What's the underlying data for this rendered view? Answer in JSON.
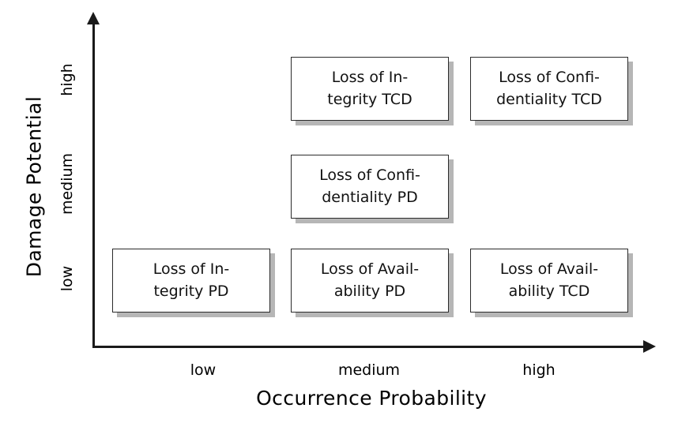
{
  "chart_data": {
    "type": "heatmap",
    "title": "",
    "xlabel": "Occurrence Probability",
    "ylabel": "Damage Potential",
    "x_categories": [
      "low",
      "medium",
      "high"
    ],
    "y_categories": [
      "low",
      "medium",
      "high"
    ],
    "grid": false,
    "legend": "none",
    "cells": [
      {
        "x": "medium",
        "y": "high",
        "line1": "Loss of In-",
        "line2": "tegrity TCD"
      },
      {
        "x": "high",
        "y": "high",
        "line1": "Loss of Confi-",
        "line2": "dentiality TCD"
      },
      {
        "x": "medium",
        "y": "medium",
        "line1": "Loss of Confi-",
        "line2": "dentiality PD"
      },
      {
        "x": "low",
        "y": "low",
        "line1": "Loss of In-",
        "line2": "tegrity PD"
      },
      {
        "x": "medium",
        "y": "low",
        "line1": "Loss of Avail-",
        "line2": "ability PD"
      },
      {
        "x": "high",
        "y": "low",
        "line1": "Loss of Avail-",
        "line2": "ability TCD"
      }
    ],
    "empty_cells": [
      {
        "x": "low",
        "y": "high"
      },
      {
        "x": "low",
        "y": "medium"
      },
      {
        "x": "high",
        "y": "medium"
      }
    ]
  },
  "axes": {
    "y": {
      "title": "Damage Potential",
      "ticks": [
        {
          "label": "high"
        },
        {
          "label": "medium"
        },
        {
          "label": "low"
        }
      ]
    },
    "x": {
      "title": "Occurrence Probability",
      "ticks": [
        {
          "label": "low"
        },
        {
          "label": "medium"
        },
        {
          "label": "high"
        }
      ]
    }
  },
  "colors": {
    "axis": "#1a1a1a",
    "box_border": "#2b2b2b",
    "box_fill": "#ffffff",
    "box_shadow": "#b6b6b6",
    "text": "#111111",
    "background": "#ffffff"
  }
}
